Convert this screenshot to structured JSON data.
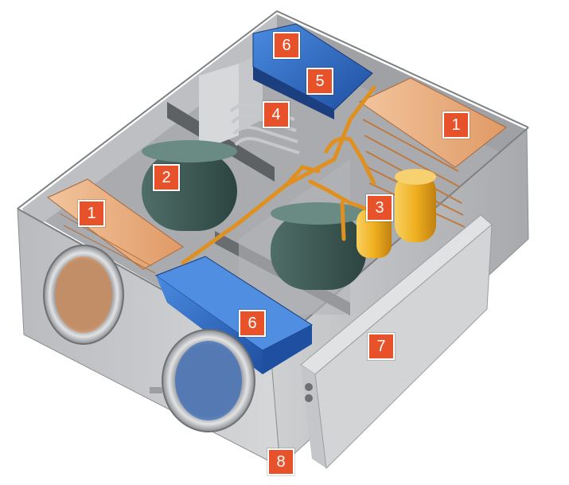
{
  "diagram": {
    "callouts": [
      {
        "id": "c1-left",
        "label": "1"
      },
      {
        "id": "c1-right",
        "label": "1"
      },
      {
        "id": "c2",
        "label": "2"
      },
      {
        "id": "c3",
        "label": "3"
      },
      {
        "id": "c4",
        "label": "4"
      },
      {
        "id": "c5",
        "label": "5"
      },
      {
        "id": "c6-top",
        "label": "6"
      },
      {
        "id": "c6-bottom",
        "label": "6"
      },
      {
        "id": "c7",
        "label": "7"
      },
      {
        "id": "c8",
        "label": "8"
      }
    ]
  },
  "colors": {
    "callout_fill": "#e8522a",
    "casing": "#c9cacc",
    "interior": "#a9abae",
    "filter": "#e8a878",
    "coil_blue": "#2f6fc8",
    "fan_dark": "#3d5a55",
    "compressor": "#f0b020",
    "piping": "#e09020"
  }
}
